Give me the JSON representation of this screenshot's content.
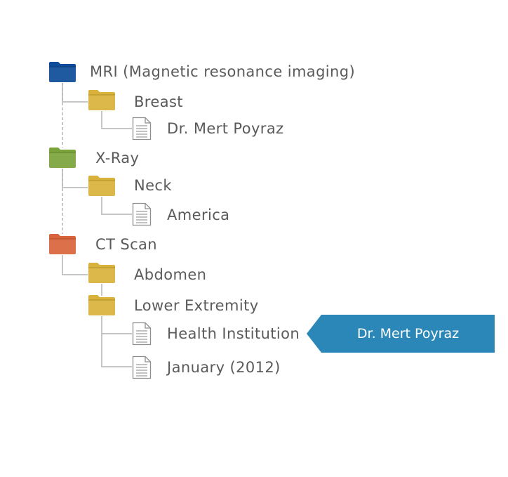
{
  "tree": {
    "categories": [
      {
        "label": "MRI (Magnetic resonance imaging)",
        "color": "#0d4c9a",
        "children": [
          {
            "label": "Breast",
            "documents": [
              "Dr. Mert Poyraz"
            ]
          }
        ]
      },
      {
        "label": "X-Ray",
        "color": "#7aa33a",
        "children": [
          {
            "label": "Neck",
            "documents": [
              "America"
            ]
          }
        ]
      },
      {
        "label": "CT Scan",
        "color": "#d9643c",
        "children": [
          {
            "label": "Abdomen",
            "documents": []
          },
          {
            "label": "Lower Extremity",
            "documents": [
              "Health Institution",
              "January (2012)"
            ]
          }
        ]
      }
    ],
    "subfolder_color": "#d8b23a",
    "connector_color": "#b3b3b3"
  },
  "callout": {
    "label": "Dr. Mert Poyraz",
    "color": "#2a87b8"
  }
}
